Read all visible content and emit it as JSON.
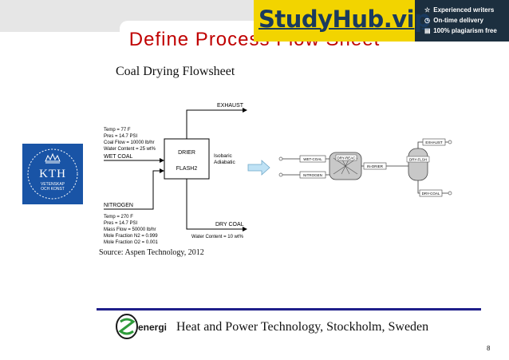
{
  "slide": {
    "title": "Define Process Flow Sheet",
    "subtitle": "Coal Drying Flowsheet",
    "source": "Source: Aspen Technology, 2012",
    "footer": "Heat and Power Technology, Stockholm, Sweden",
    "footer_logo_text": "energi",
    "page_number": "8"
  },
  "logo": {
    "main": "KTH",
    "line1": "VETENSKAP",
    "line2": "OCH KONST"
  },
  "badge": {
    "name": "StudyHub.vip",
    "lines": [
      "Experienced writers",
      "On-time delivery",
      "100% plagiarism free"
    ]
  },
  "flowsheet": {
    "exhaust": "EXHAUST",
    "wet_coal_props": [
      "Temp = 77 F",
      "Pres = 14.7 PSI",
      "Coal Flow = 10000 lb/hr",
      "Water Content = 25 wt%"
    ],
    "wet_coal": "WET COAL",
    "drier": "DRIER",
    "flash2": "FLASH2",
    "isobaric": "Isobaric",
    "adiabatic": "Adiabatic",
    "nitrogen": "NITROGEN",
    "nitrogen_props": [
      "Temp = 270 F",
      "Pres = 14.7 PSI",
      "Mass Flow = 50000 lb/hr",
      "Mole Fraction N2 = 0.999",
      "Mole Fraction O2 = 0.001"
    ],
    "dry_coal": "DRY COAL",
    "water_content_out": "Water Content = 10 wt%"
  },
  "aspen": {
    "wet_coal": "WET-COAL",
    "nitrogen": "NITROGEN",
    "dry_reac": "DRY-REAC",
    "in_drier": "IN-DRIER",
    "dry_flsh": "DRY-FLSH",
    "exhaust": "EXHAUST",
    "dry_coal": "DRY-COAL"
  },
  "colors": {
    "title": "#c00000",
    "badge_yellow": "#f2d400",
    "badge_dark": "#1c2f3f",
    "kth_blue": "#1954a6",
    "rule": "#1f1f8a"
  }
}
